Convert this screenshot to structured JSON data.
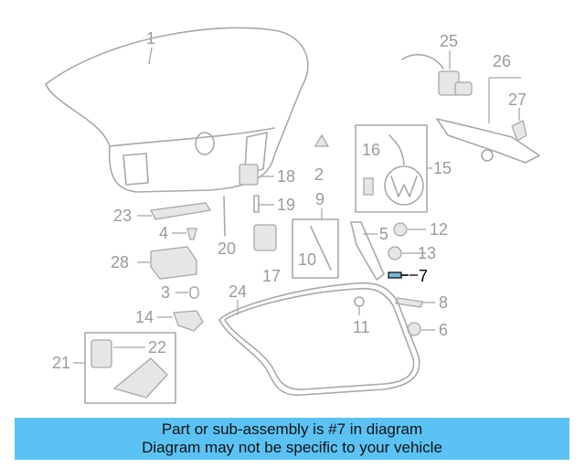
{
  "callouts": {
    "c1": "1",
    "c2": "2",
    "c3": "3",
    "c4": "4",
    "c5": "5",
    "c6": "6",
    "c7": "7",
    "c8": "8",
    "c9": "9",
    "c10": "10",
    "c11": "11",
    "c12": "12",
    "c13": "13",
    "c14": "14",
    "c15": "15",
    "c16": "16",
    "c17": "17",
    "c18": "18",
    "c19": "19",
    "c20": "20",
    "c21": "21",
    "c22": "22",
    "c23": "23",
    "c24": "24",
    "c25": "25",
    "c26": "26",
    "c27": "27",
    "c28": "28"
  },
  "highlighted_part": "7",
  "colors": {
    "banner": "#5bc3f4",
    "parts": "#a8a8a8",
    "highlight": "#000000"
  },
  "banner": {
    "line1": "Part or sub-assembly is #7 in diagram",
    "line2": "Diagram may not be specific to your vehicle"
  }
}
